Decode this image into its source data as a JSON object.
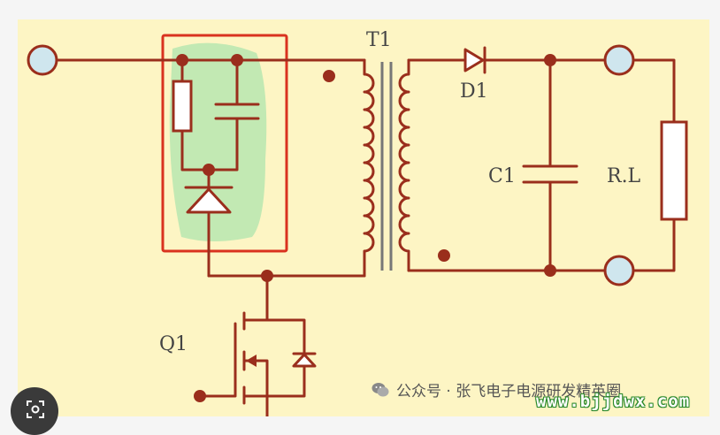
{
  "diagram": {
    "labels": {
      "transformer": "T1",
      "diode": "D1",
      "capacitor": "C1",
      "load": "R.L",
      "transistor": "Q1"
    },
    "colors": {
      "background": "#f5f5f5",
      "panel": "#fdf5c4",
      "wire": "#9a2e1c",
      "highlight_box": "#d9321f",
      "snubber_glow": "#b7e6b0",
      "terminal_fill": "#cfe6ee"
    }
  },
  "watermark": {
    "text": "公众号 · 张飞电子电源研发精英圈",
    "icon": "wechat-icon"
  },
  "site": {
    "text": "www.bjjdwx.com"
  },
  "overlay": {
    "icon": "lens-icon"
  }
}
